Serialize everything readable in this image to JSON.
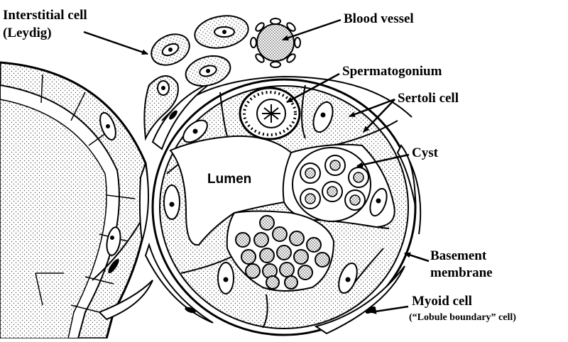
{
  "labels": {
    "interstitial_line1": "Interstitial cell",
    "interstitial_line2": "(Leydig)",
    "blood_vessel": "Blood vessel",
    "spermatogonium": "Spermatogonium",
    "sertoli": "Sertoli cell",
    "cyst": "Cyst",
    "lumen": "Lumen",
    "basement_line1": "Basement",
    "basement_line2": "membrane",
    "myoid_line1": "Myoid cell",
    "myoid_line2": "(“Lobule boundary” cell)"
  }
}
